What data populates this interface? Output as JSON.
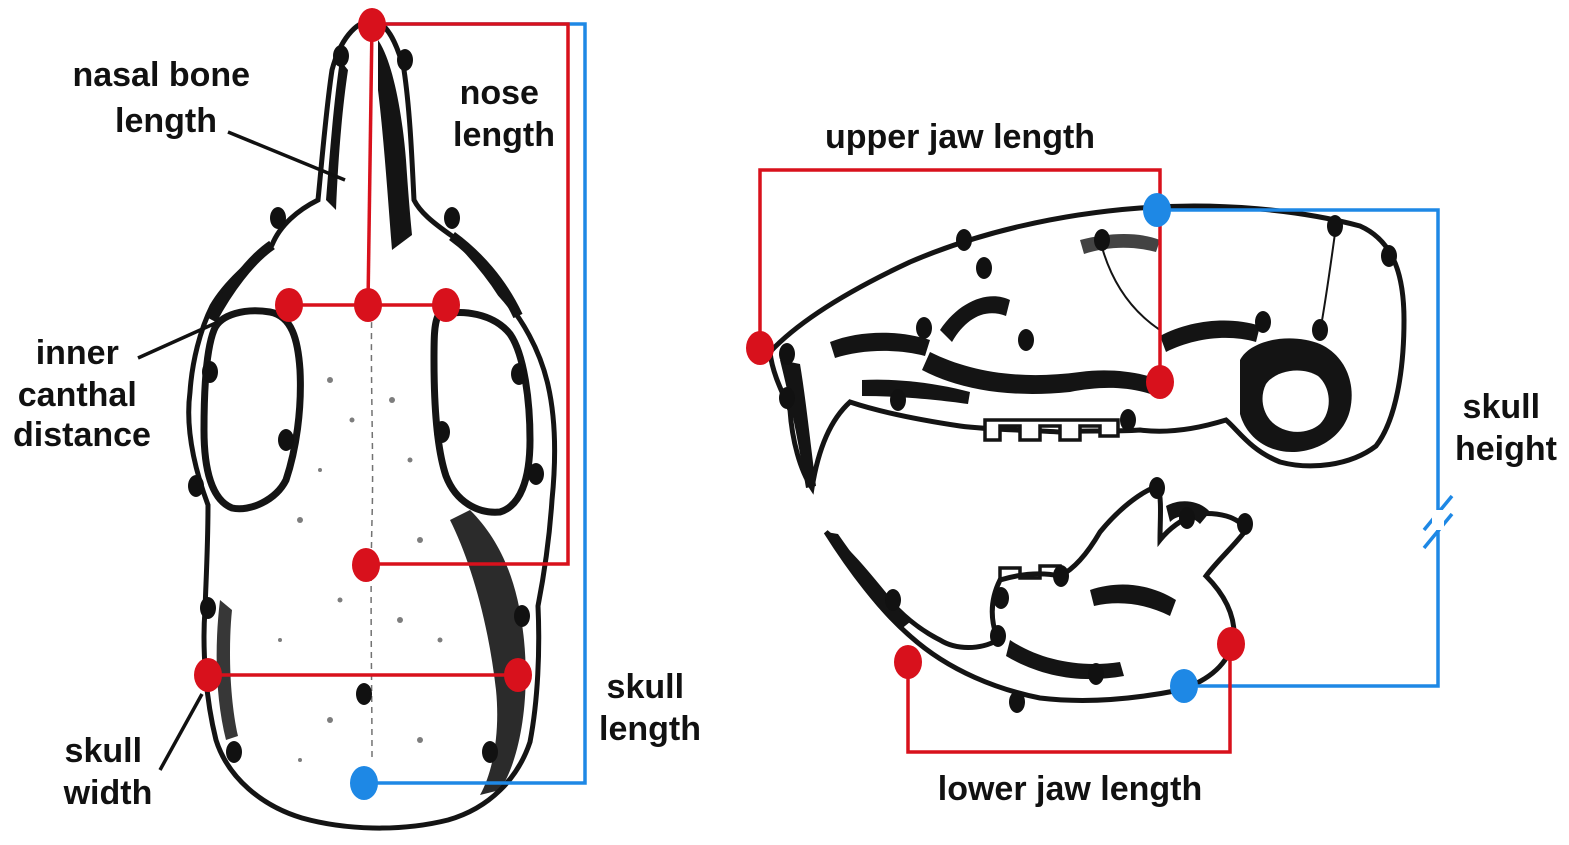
{
  "labels": {
    "nasal_bone_length": [
      "nasal bone",
      "length"
    ],
    "nose_length": [
      "nose",
      "length"
    ],
    "inner_canthal_distance": [
      "inner",
      "canthal",
      "distance"
    ],
    "skull_width": [
      "skull",
      "width"
    ],
    "skull_length": [
      "skull",
      "length"
    ],
    "upper_jaw_length": [
      "upper jaw length"
    ],
    "skull_height": [
      "skull",
      "height"
    ],
    "lower_jaw_length": [
      "lower jaw length"
    ]
  },
  "colors": {
    "measurement_red": "#d8111c",
    "measurement_blue": "#1e88e5",
    "landmark_black": "#111111",
    "bone_ink": "#141414",
    "background": "#ffffff"
  },
  "views": [
    "skull-dorsal-view",
    "skull-lateral-view",
    "mandible-lateral-view"
  ]
}
